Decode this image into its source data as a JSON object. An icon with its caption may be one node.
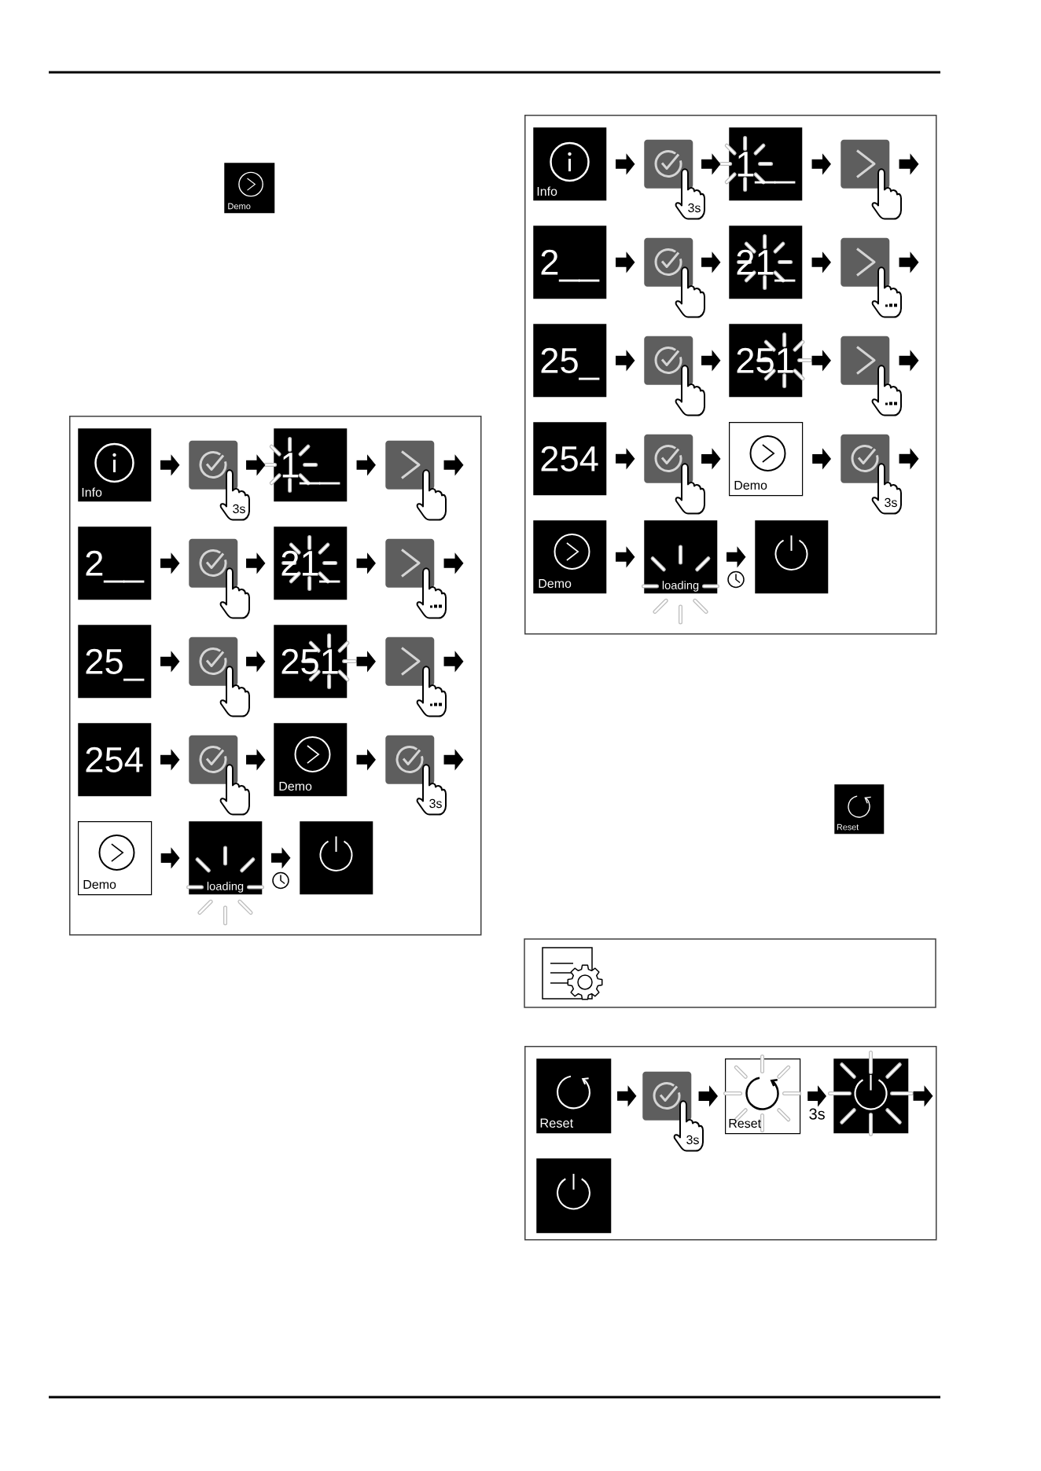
{
  "diagram": {
    "nodes": [
      {
        "text": [
          "Demo"
        ]
      },
      {
        "text": [],
        "shape": "box"
      },
      {
        "text": [
          "Info"
        ],
        "in": 1
      },
      {
        "text": [
          "3s"
        ],
        "in": 1
      },
      {
        "text": [
          "1__"
        ],
        "in": 1
      },
      {
        "text": [],
        "shape": "box",
        "in": 1
      },
      {
        "text": [
          "2__"
        ],
        "in": 1
      },
      {
        "text": [],
        "shape": "box",
        "in": 1
      },
      {
        "text": [
          "21_"
        ],
        "in": 1
      },
      {
        "text": [],
        "shape": "box",
        "in": 1
      },
      {
        "text": [
          "25_"
        ],
        "in": 1
      },
      {
        "text": [],
        "shape": "box",
        "in": 1
      },
      {
        "text": [
          "251"
        ],
        "in": 1
      },
      {
        "text": [],
        "shape": "box",
        "in": 1
      },
      {
        "text": [
          "254"
        ],
        "in": 1
      },
      {
        "text": [],
        "shape": "box",
        "in": 1
      },
      {
        "text": [
          "Demo"
        ],
        "in": 1
      },
      {
        "text": [
          "3s"
        ],
        "in": 1
      },
      {
        "text": [
          "Demo"
        ],
        "in": 1
      },
      {
        "text": [
          "loading"
        ],
        "in": 1
      },
      {
        "text": [],
        "shape": "box",
        "in": 1
      },
      {
        "text": [],
        "shape": "box"
      },
      {
        "text": [
          "Info"
        ],
        "in": 21
      },
      {
        "text": [
          "3s"
        ],
        "in": 21
      },
      {
        "text": [
          "1__"
        ],
        "in": 21
      },
      {
        "text": [],
        "shape": "box",
        "in": 21
      },
      {
        "text": [
          "2__"
        ],
        "in": 21
      },
      {
        "text": [],
        "shape": "box",
        "in": 21
      },
      {
        "text": [
          "21_"
        ],
        "in": 21
      },
      {
        "text": [],
        "shape": "box",
        "in": 21
      },
      {
        "text": [
          "25_"
        ],
        "in": 21
      },
      {
        "text": [],
        "shape": "box",
        "in": 21
      },
      {
        "text": [
          "251"
        ],
        "in": 21
      },
      {
        "text": [],
        "shape": "box",
        "in": 21
      },
      {
        "text": [
          "254"
        ],
        "in": 21
      },
      {
        "text": [],
        "shape": "box",
        "in": 21
      },
      {
        "text": [
          "Demo"
        ],
        "in": 21
      },
      {
        "text": [
          "3s"
        ],
        "in": 21
      },
      {
        "text": [
          "Demo"
        ],
        "in": 21
      },
      {
        "text": [
          "loading"
        ],
        "in": 21
      },
      {
        "text": [],
        "shape": "box",
        "in": 21
      },
      {
        "text": [
          "Reset"
        ]
      },
      {
        "text": [],
        "shape": "box"
      },
      {
        "text": [
          "Reset"
        ],
        "in": 42
      },
      {
        "text": [
          "3s"
        ],
        "in": 42
      },
      {
        "text": [
          "Reset"
        ],
        "in": 42
      },
      {
        "text": [],
        "shape": "box",
        "in": 42
      },
      {
        "text": [],
        "shape": "box",
        "in": 42
      }
    ],
    "edges": [
      {
        "from": 2,
        "to": 3,
        "arrow": "to"
      },
      {
        "from": 3,
        "to": 4,
        "arrow": "to"
      },
      {
        "from": 4,
        "to": 5,
        "arrow": "to"
      },
      {
        "from": 5,
        "to": null,
        "arrow": "to"
      },
      {
        "from": 6,
        "to": 7,
        "arrow": "to"
      },
      {
        "from": 7,
        "to": 8,
        "arrow": "to"
      },
      {
        "from": 8,
        "to": 9,
        "arrow": "to"
      },
      {
        "from": 9,
        "to": null,
        "arrow": "to"
      },
      {
        "from": 10,
        "to": 11,
        "arrow": "to"
      },
      {
        "from": 11,
        "to": 12,
        "arrow": "to"
      },
      {
        "from": 12,
        "to": 13,
        "arrow": "to"
      },
      {
        "from": 13,
        "to": null,
        "arrow": "to"
      },
      {
        "from": 14,
        "to": 15,
        "arrow": "to"
      },
      {
        "from": 15,
        "to": 16,
        "arrow": "to"
      },
      {
        "from": 16,
        "to": 17,
        "arrow": "to"
      },
      {
        "from": 17,
        "to": null,
        "arrow": "to"
      },
      {
        "from": 18,
        "to": 19,
        "arrow": "to"
      },
      {
        "from": 19,
        "to": 20,
        "arrow": "to"
      },
      {
        "from": 22,
        "to": 23,
        "arrow": "to"
      },
      {
        "from": 23,
        "to": 24,
        "arrow": "to"
      },
      {
        "from": 24,
        "to": 25,
        "arrow": "to"
      },
      {
        "from": 25,
        "to": null,
        "arrow": "to"
      },
      {
        "from": 26,
        "to": 27,
        "arrow": "to"
      },
      {
        "from": 27,
        "to": 28,
        "arrow": "to"
      },
      {
        "from": 28,
        "to": 29,
        "arrow": "to"
      },
      {
        "from": 29,
        "to": null,
        "arrow": "to"
      },
      {
        "from": 30,
        "to": 31,
        "arrow": "to"
      },
      {
        "from": 31,
        "to": 32,
        "arrow": "to"
      },
      {
        "from": 32,
        "to": 33,
        "arrow": "to"
      },
      {
        "from": 33,
        "to": null,
        "arrow": "to"
      },
      {
        "from": 34,
        "to": 35,
        "arrow": "to"
      },
      {
        "from": 35,
        "to": 36,
        "arrow": "to"
      },
      {
        "from": 36,
        "to": 37,
        "arrow": "to"
      },
      {
        "from": 37,
        "to": null,
        "arrow": "to"
      },
      {
        "from": 38,
        "to": 39,
        "arrow": "to"
      },
      {
        "from": 39,
        "to": 40,
        "arrow": "to"
      },
      {
        "from": 43,
        "to": 44,
        "arrow": "to"
      },
      {
        "from": 44,
        "to": 45,
        "arrow": "to"
      },
      {
        "from": 45,
        "to": 46,
        "arrow": "to",
        "label": "3s"
      },
      {
        "from": 46,
        "to": null,
        "arrow": "to"
      }
    ]
  }
}
